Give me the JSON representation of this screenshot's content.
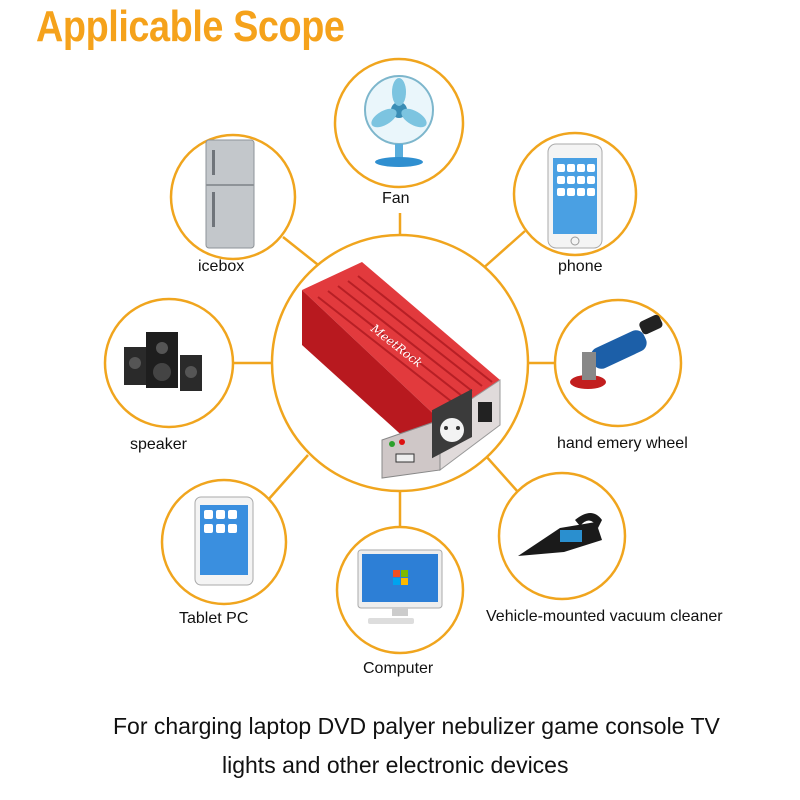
{
  "title": "Applicable Scope",
  "center": {
    "product": "power-inverter",
    "brand_text": "MeetRock"
  },
  "items": [
    {
      "id": "fan",
      "label": "Fan",
      "icon": "fan-icon"
    },
    {
      "id": "icebox",
      "label": "icebox",
      "icon": "refrigerator-icon"
    },
    {
      "id": "phone",
      "label": "phone",
      "icon": "smartphone-icon"
    },
    {
      "id": "speaker",
      "label": "speaker",
      "icon": "speaker-icon"
    },
    {
      "id": "grinder",
      "label": "hand emery wheel",
      "icon": "angle-grinder-icon"
    },
    {
      "id": "tablet",
      "label": "Tablet PC",
      "icon": "tablet-icon"
    },
    {
      "id": "vacuum",
      "label": "Vehicle-mounted vacuum cleaner",
      "icon": "vacuum-cleaner-icon"
    },
    {
      "id": "computer",
      "label": "Computer",
      "icon": "computer-monitor-icon"
    }
  ],
  "footer": {
    "line1": "For charging laptop  DVD palyer nebulizer game console TV",
    "line2": "lights and other electronic devices"
  },
  "colors": {
    "title": "#f5a21b",
    "circle_stroke": "#f0a51e",
    "inverter": "#d8262b"
  }
}
